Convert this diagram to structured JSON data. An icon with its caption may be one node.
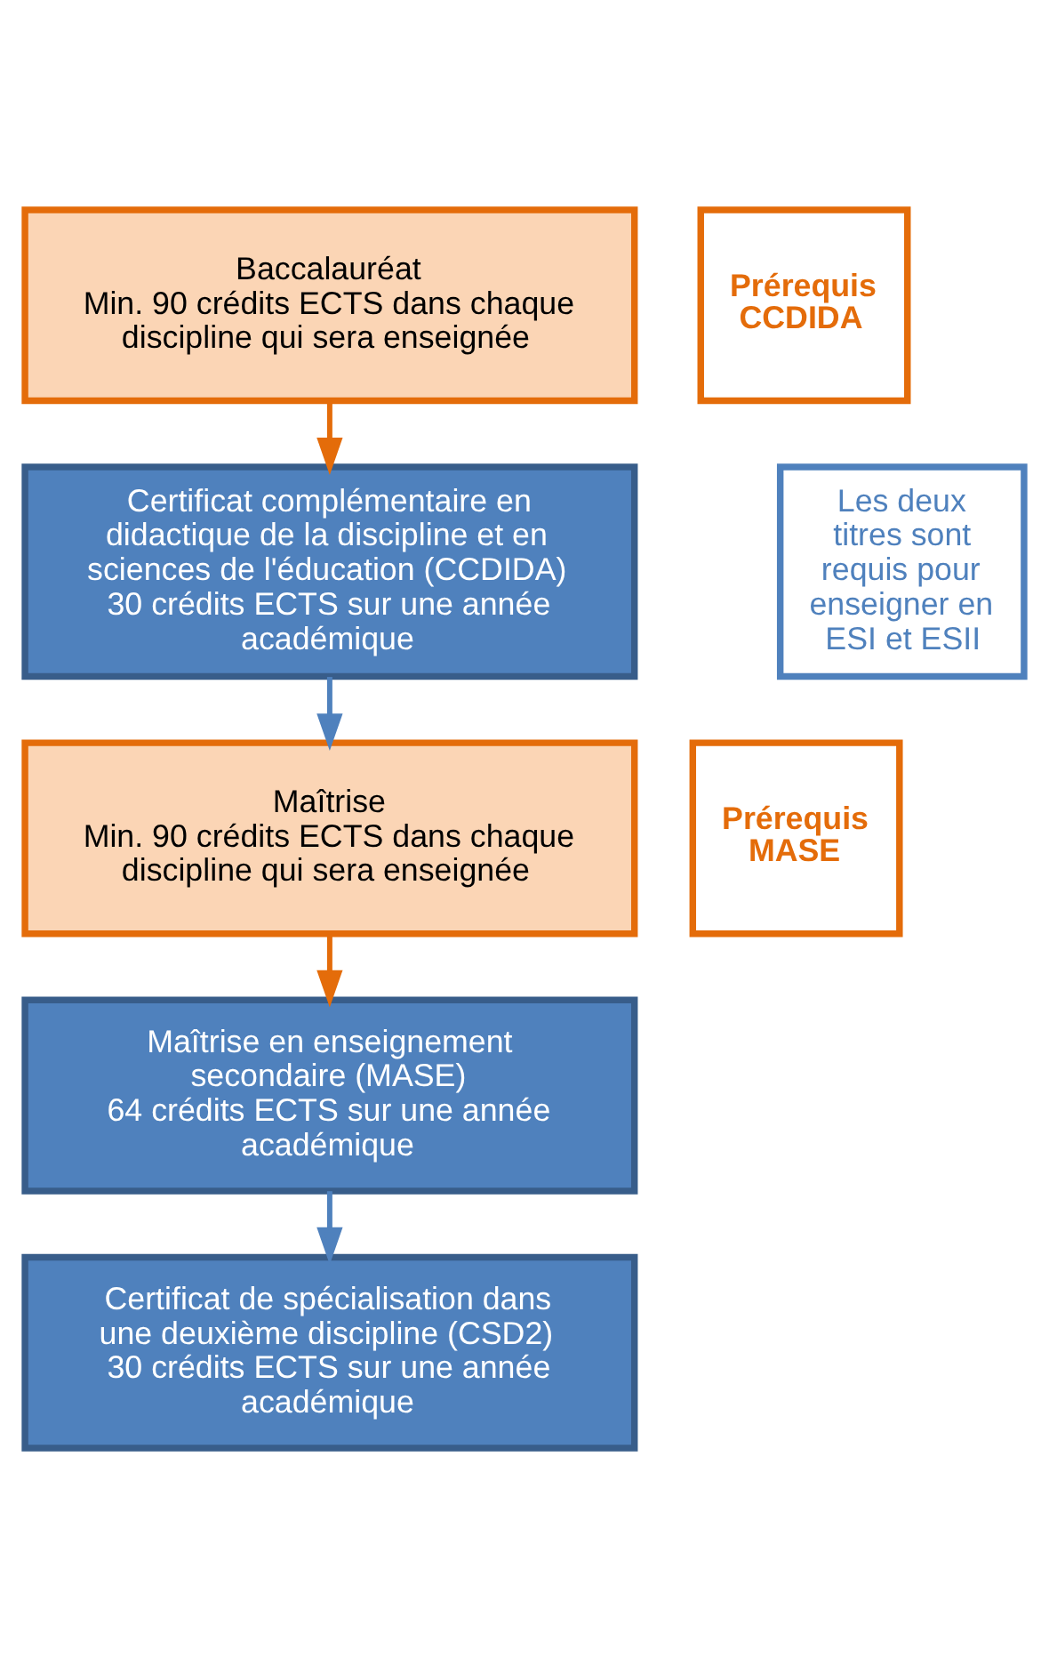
{
  "diagram": {
    "nodes": [
      {
        "text": [
          "Baccalauréat",
          "Min. 90 crédits ECTS dans chaque discipline qui sera enseignée"
        ]
      },
      {
        "text": [
          "Prérequis CCDIDA"
        ]
      },
      {
        "text": [
          "Certificat complémentaire en didactique de la discipline et en sciences de l'éducation (CCDIDA)",
          "30 crédits ECTS sur une année académique"
        ]
      },
      {
        "text": [
          "Maîtrise",
          "Min. 90 crédits ECTS dans chaque discipline qui sera enseignée"
        ]
      },
      {
        "text": [
          "Prérequis MASE"
        ]
      },
      {
        "text": [
          "Maîtrise en enseignement secondaire (MASE)",
          "64 crédits ECTS sur une année académique"
        ]
      },
      {
        "text": [
          "Certificat de spécialisation dans une deuxième discipline (CSD2)",
          "30 crédits ECTS sur une année académique"
        ]
      },
      {
        "text": [
          "Les deux titres sont requis pour enseigner en ESI et ESII"
        ]
      }
    ],
    "edges": [
      {
        "from": 0,
        "to": 2,
        "arrow": "to",
        "color": "#e46c0a"
      },
      {
        "from": 2,
        "to": 3,
        "arrow": "to",
        "color": "#4f81bd"
      },
      {
        "from": 3,
        "to": 5,
        "arrow": "to",
        "color": "#e46c0a"
      },
      {
        "from": 5,
        "to": 6,
        "arrow": "to",
        "color": "#4f81bd"
      }
    ]
  }
}
